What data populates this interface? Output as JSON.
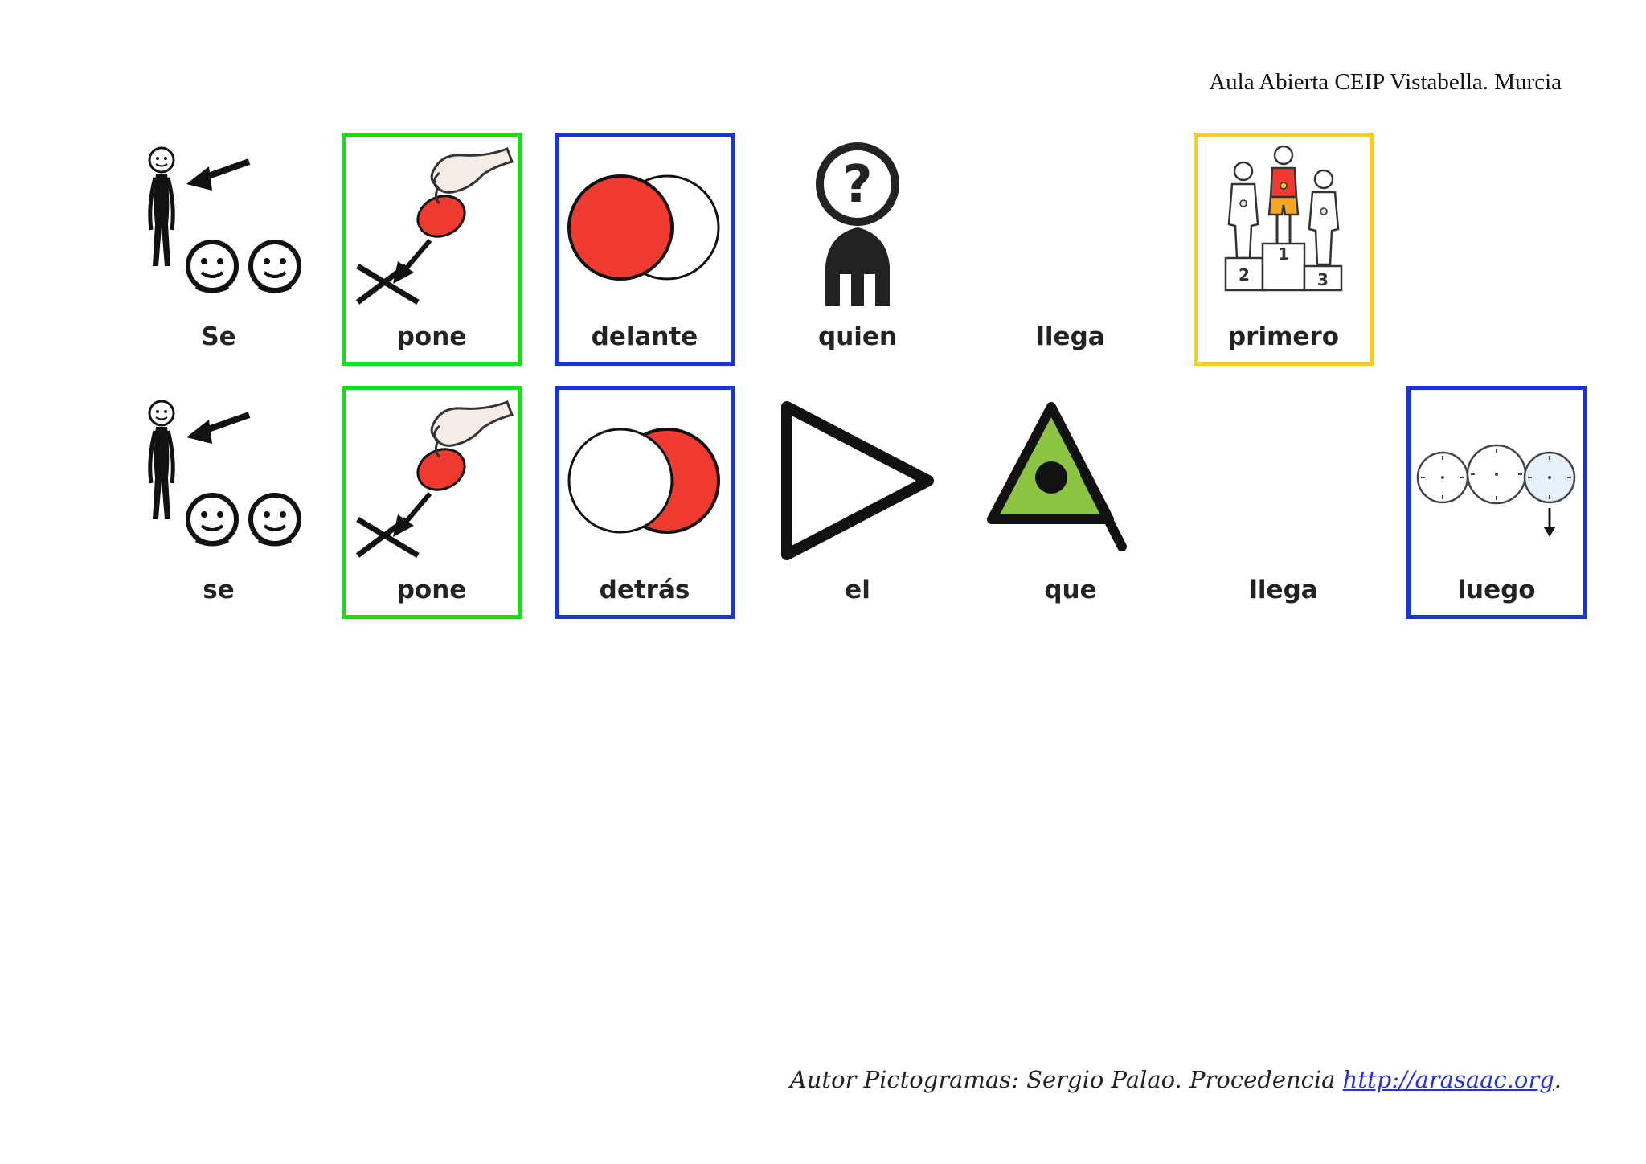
{
  "header": {
    "text": "Aula Abierta CEIP Vistabella. Murcia"
  },
  "row1": [
    {
      "word": "Se",
      "icon": "reflexive-se-icon",
      "frame": "none"
    },
    {
      "word": "pone",
      "icon": "put-hand-icon",
      "frame": "green"
    },
    {
      "word": "delante",
      "icon": "in-front-circles-icon",
      "frame": "blue"
    },
    {
      "word": "quien",
      "icon": "who-question-person-icon",
      "frame": "none"
    },
    {
      "word": "llega",
      "icon": "",
      "frame": "none"
    },
    {
      "word": "primero",
      "icon": "podium-first-icon",
      "frame": "yellow"
    }
  ],
  "row2": [
    {
      "word": "se",
      "icon": "reflexive-se-icon",
      "frame": "none"
    },
    {
      "word": "pone",
      "icon": "put-hand-icon",
      "frame": "green"
    },
    {
      "word": "detrás",
      "icon": "behind-circles-icon",
      "frame": "blue"
    },
    {
      "word": "el",
      "icon": "article-triangle-icon",
      "frame": "none"
    },
    {
      "word": "que",
      "icon": "que-triangle-eye-icon",
      "frame": "none"
    },
    {
      "word": "llega",
      "icon": "",
      "frame": "none"
    },
    {
      "word": "luego",
      "icon": "clocks-later-icon",
      "frame": "blue"
    }
  ],
  "podium_numbers": [
    "2",
    "1",
    "3"
  ],
  "footer": {
    "text": "Autor Pictogramas: Sergio Palao. Procedencia ",
    "link": "http://arasaac.org",
    "end": "."
  },
  "colors": {
    "green_frame": "#19dd19",
    "blue_frame": "#1a35d6",
    "yellow_frame": "#f2cc2b",
    "red": "#ee3a30",
    "lime": "#8cc542"
  }
}
